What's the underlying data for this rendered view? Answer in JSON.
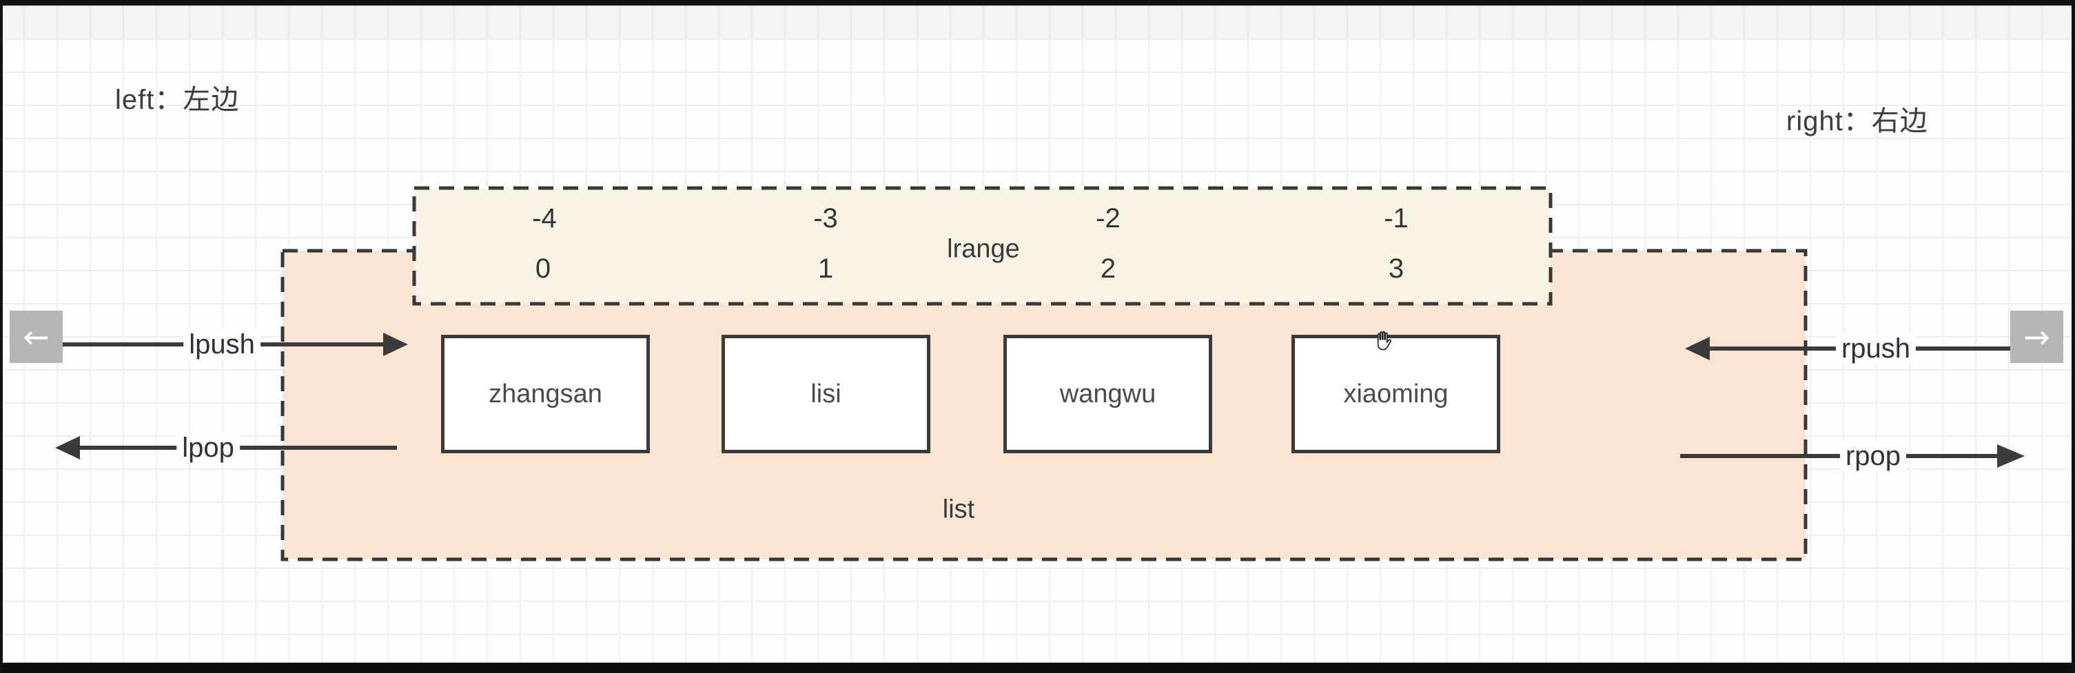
{
  "annotations": {
    "left_note": "left：左边",
    "right_note": "right：右边"
  },
  "lrange_box": {
    "label": "lrange",
    "columns": [
      {
        "neg": "-4",
        "pos": "0"
      },
      {
        "neg": "-3",
        "pos": "1"
      },
      {
        "neg": "-2",
        "pos": "2"
      },
      {
        "neg": "-1",
        "pos": "3"
      }
    ]
  },
  "list_box": {
    "label": "list",
    "items": [
      {
        "name": "zhangsan"
      },
      {
        "name": "lisi"
      },
      {
        "name": "wangwu"
      },
      {
        "name": "xiaoming"
      }
    ]
  },
  "arrows": {
    "lpush": "lpush",
    "lpop": "lpop",
    "rpush": "rpush",
    "rpop": "rpop"
  },
  "nav": {
    "back": "←",
    "forward": "→"
  },
  "colors": {
    "list_fill": "#fae5d3",
    "lrange_fill": "#f8f3e2",
    "stroke": "#383838",
    "nav_button": "#b6b6b6"
  }
}
